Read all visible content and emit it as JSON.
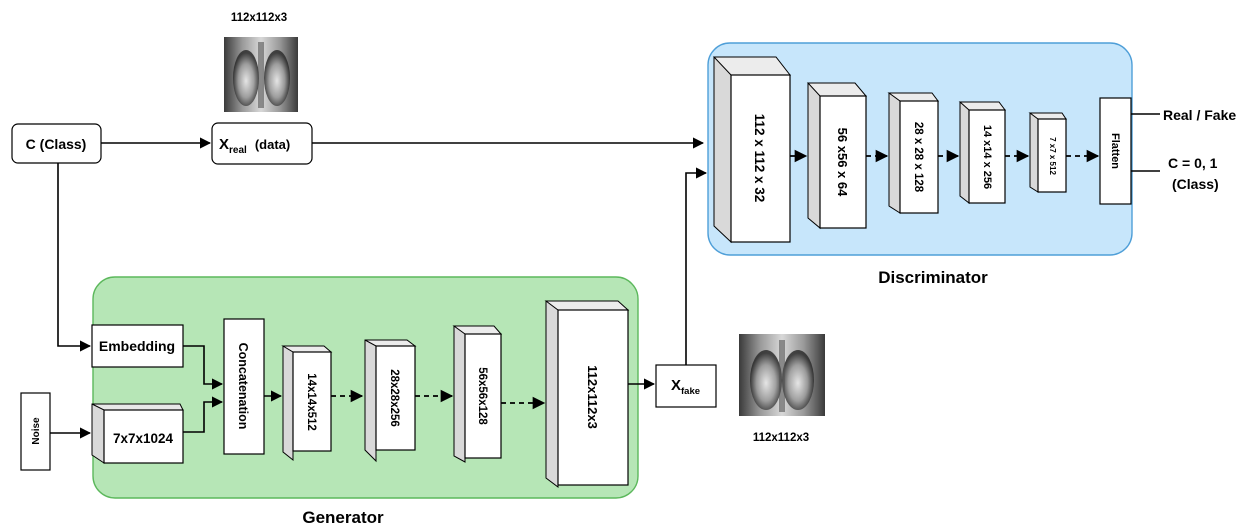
{
  "top_image": {
    "caption": "112x112x3"
  },
  "inputs": {
    "class": "C (Class)",
    "real_x": "X",
    "real_sub": "real",
    "real_data": "(data)",
    "noise": "Noise"
  },
  "generator": {
    "title": "Generator",
    "embedding": "Embedding",
    "noise_block": "7x7x1024",
    "concat": "Concatenation",
    "layers": [
      "14x14x512",
      "28x28x256",
      "56x56x128",
      "112x112x3"
    ],
    "output_x": "X",
    "output_sub": "fake",
    "output_caption": "112x112x3"
  },
  "discriminator": {
    "title": "Discriminator",
    "layers": [
      "112 x 112 x 32",
      "56 x56 x 64",
      "28 x 28 x 128",
      "14 x14  x 256",
      "7 x7 x 512"
    ],
    "flatten": "Flatten"
  },
  "outputs": {
    "real_fake": "Real / Fake",
    "class_line1": "C = 0, 1",
    "class_line2": "(Class)"
  },
  "colors": {
    "generator_bg": "#b6e6b6",
    "generator_border": "#5cb85c",
    "discriminator_bg": "#c7e6fb",
    "discriminator_border": "#4f9fd8",
    "box_face": "#ffffff",
    "box_depth": "#d9d9d9"
  }
}
